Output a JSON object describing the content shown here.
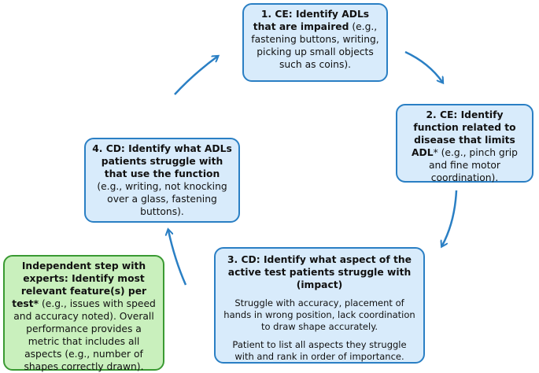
{
  "box1": {
    "bold": "1. CE: Identify ADLs that are impaired",
    "rest": " (e.g., fastening buttons, writing, picking up small objects such as coins)."
  },
  "box2": {
    "bold": "2. CE: Identify function related to disease that limits ADL",
    "rest": "* (e.g., pinch grip and fine motor coordination)."
  },
  "box3": {
    "bold": "3. CD: Identify what aspect of the active test patients struggle with (impact)",
    "p1": "Struggle with accuracy, placement of hands in wrong position, lack coordination to draw shape accurately.",
    "p2": "Patient to list all aspects they struggle with and rank in order of importance."
  },
  "box4": {
    "bold": "4. CD: Identify what ADLs patients struggle with that use the function",
    "rest": " (e.g., writing, not knocking over a glass, fastening buttons)."
  },
  "box5": {
    "bold": "Independent step with experts: Identify most relevant feature(s) per test*",
    "rest": " (e.g., issues with speed and accuracy noted). Overall performance provides a metric that includes all aspects (e.g., number of shapes correctly drawn)."
  },
  "colors": {
    "blue_fill": "#d8ebfb",
    "blue_border": "#2a7fc4",
    "green_fill": "#c9f0bd",
    "green_border": "#3a9a32",
    "arrow": "#2a7fc4"
  }
}
